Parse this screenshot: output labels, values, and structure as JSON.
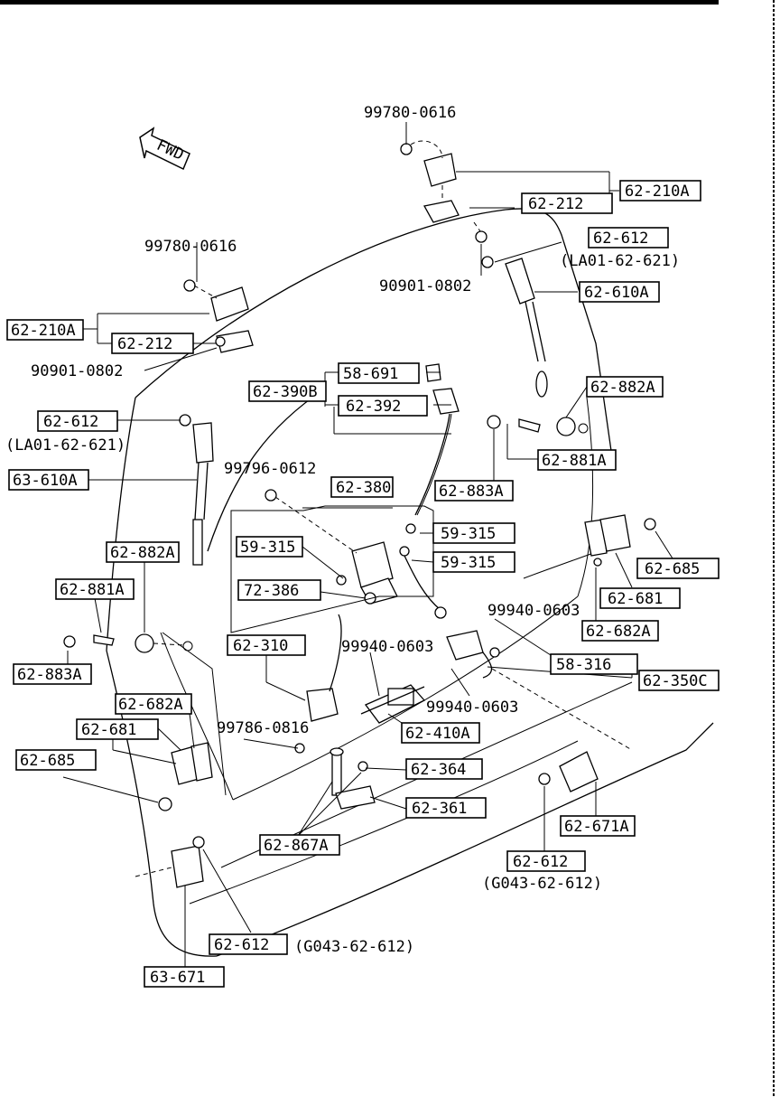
{
  "labels": {
    "bolt_99780_0616_top": "99780-0616",
    "boxed_62_210A_right": "62-210A",
    "boxed_62_212_right": "62-212",
    "boxed_62_612_right": "62-612",
    "paren_LA01_62_621_right": "(LA01-62-621)",
    "boxed_62_610A_right": "62-610A",
    "nut_90901_0802_right": "90901-0802",
    "boxed_62_882A_right": "62-882A",
    "boxed_62_881A_right": "62-881A",
    "boxed_62_883A_center": "62-883A",
    "boxed_58_691": "58-691",
    "boxed_62_390B": "62-390B",
    "boxed_62_392": "62-392",
    "bolt_99780_0616_left": "99780-0616",
    "boxed_62_210A_left": "62-210A",
    "boxed_62_212_left": "62-212",
    "nut_90901_0802_left": "90901-0802",
    "boxed_62_612_left": "62-612",
    "paren_LA01_62_621_left": "(LA01-62-621)",
    "boxed_63_610A_left": "63-610A",
    "bolt_99796_0612": "99796-0612",
    "boxed_62_380": "62-380",
    "boxed_59_315_left": "59-315",
    "boxed_72_386": "72-386",
    "boxed_59_315_right_a": "59-315",
    "boxed_59_315_right_b": "59-315",
    "boxed_62_882A_left": "62-882A",
    "boxed_62_881A_left": "62-881A",
    "boxed_62_883A_left": "62-883A",
    "boxed_62_685_right": "62-685",
    "boxed_62_681_right": "62-681",
    "screw_99940_0603_a": "99940-0603",
    "boxed_62_682A_right": "62-682A",
    "boxed_58_316": "58-316",
    "boxed_62_350C": "62-350C",
    "boxed_62_310": "62-310",
    "screw_99940_0603_b": "99940-0603",
    "screw_99940_0603_c": "99940-0603",
    "boxed_62_410A": "62-410A",
    "boxed_62_682A_left": "62-682A",
    "boxed_62_681_left": "62-681",
    "bolt_99786_0816": "99786-0816",
    "boxed_62_685_left": "62-685",
    "boxed_62_364": "62-364",
    "boxed_62_361": "62-361",
    "boxed_62_867A": "62-867A",
    "boxed_62_671A": "62-671A",
    "boxed_62_612_bottom_right": "62-612",
    "paren_G043_62_612_right": "(G043-62-612)",
    "boxed_62_612_bottom_left": "62-612",
    "paren_G043_62_612_left": "(G043-62-612)",
    "boxed_63_671": "63-671",
    "fwd_arrow_text": "FWD"
  },
  "icons": {
    "fwd": "forward-direction-arrow-icon"
  },
  "colors": {
    "ink": "#000000",
    "paper": "#ffffff"
  }
}
